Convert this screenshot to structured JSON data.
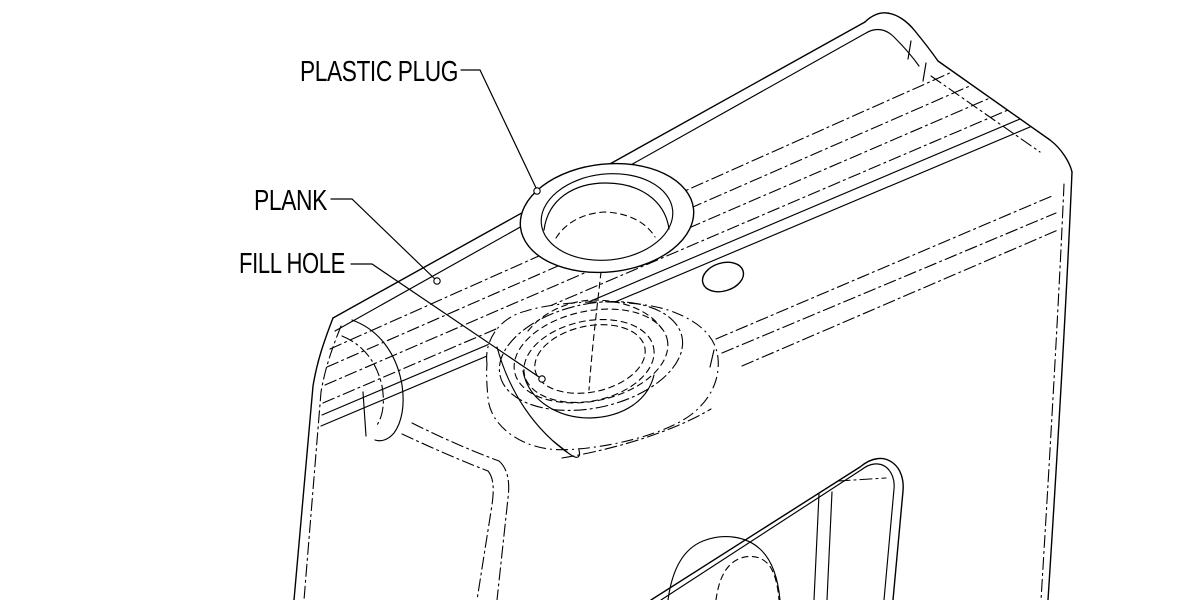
{
  "figure": {
    "type": "technical-line-drawing",
    "background_color": "#ffffff",
    "line_color": "#000000",
    "labels": [
      {
        "id": "plastic-plug",
        "text": "PLASTIC PLUG"
      },
      {
        "id": "plank",
        "text": "PLANK"
      },
      {
        "id": "fill-hole",
        "text": "FILL HOLE"
      }
    ]
  }
}
